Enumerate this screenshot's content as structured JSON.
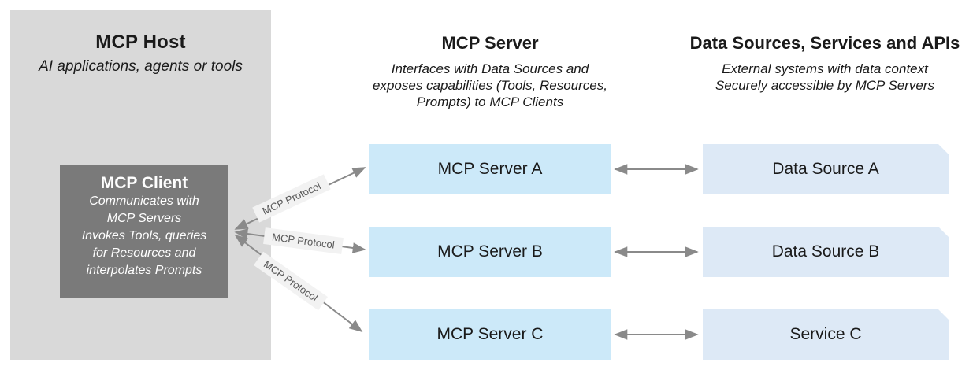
{
  "host": {
    "title": "MCP Host",
    "subtitle": "AI applications, agents or tools",
    "client": {
      "title": "MCP Client",
      "lines": [
        "Communicates with",
        "MCP Servers",
        "Invokes Tools, queries",
        "for Resources and",
        "interpolates Prompts"
      ]
    }
  },
  "server_column": {
    "title": "MCP Server",
    "subtitle_lines": [
      "Interfaces with Data Sources and",
      "exposes capabilities (Tools, Resources,",
      "Prompts) to MCP Clients"
    ],
    "boxes": [
      "MCP Server A",
      "MCP Server B",
      "MCP Server C"
    ]
  },
  "sources_column": {
    "title": "Data Sources, Services and APIs",
    "subtitle_lines": [
      "External systems with data context",
      "Securely accessible by MCP Servers"
    ],
    "boxes": [
      "Data Source A",
      "Data Source B",
      "Service C"
    ]
  },
  "connections": {
    "protocol_labels": [
      "MCP Protocol",
      "MCP Protocol",
      "MCP Protocol"
    ]
  },
  "colors": {
    "host_bg": "#d9d9d9",
    "client_bg": "#7a7a7a",
    "server_box_bg": "#cce9f9",
    "source_box_bg": "#dde9f6",
    "arrow": "#8a8a8a",
    "protocol_label_bg": "#f2f2f2",
    "protocol_label_text": "#595959"
  }
}
